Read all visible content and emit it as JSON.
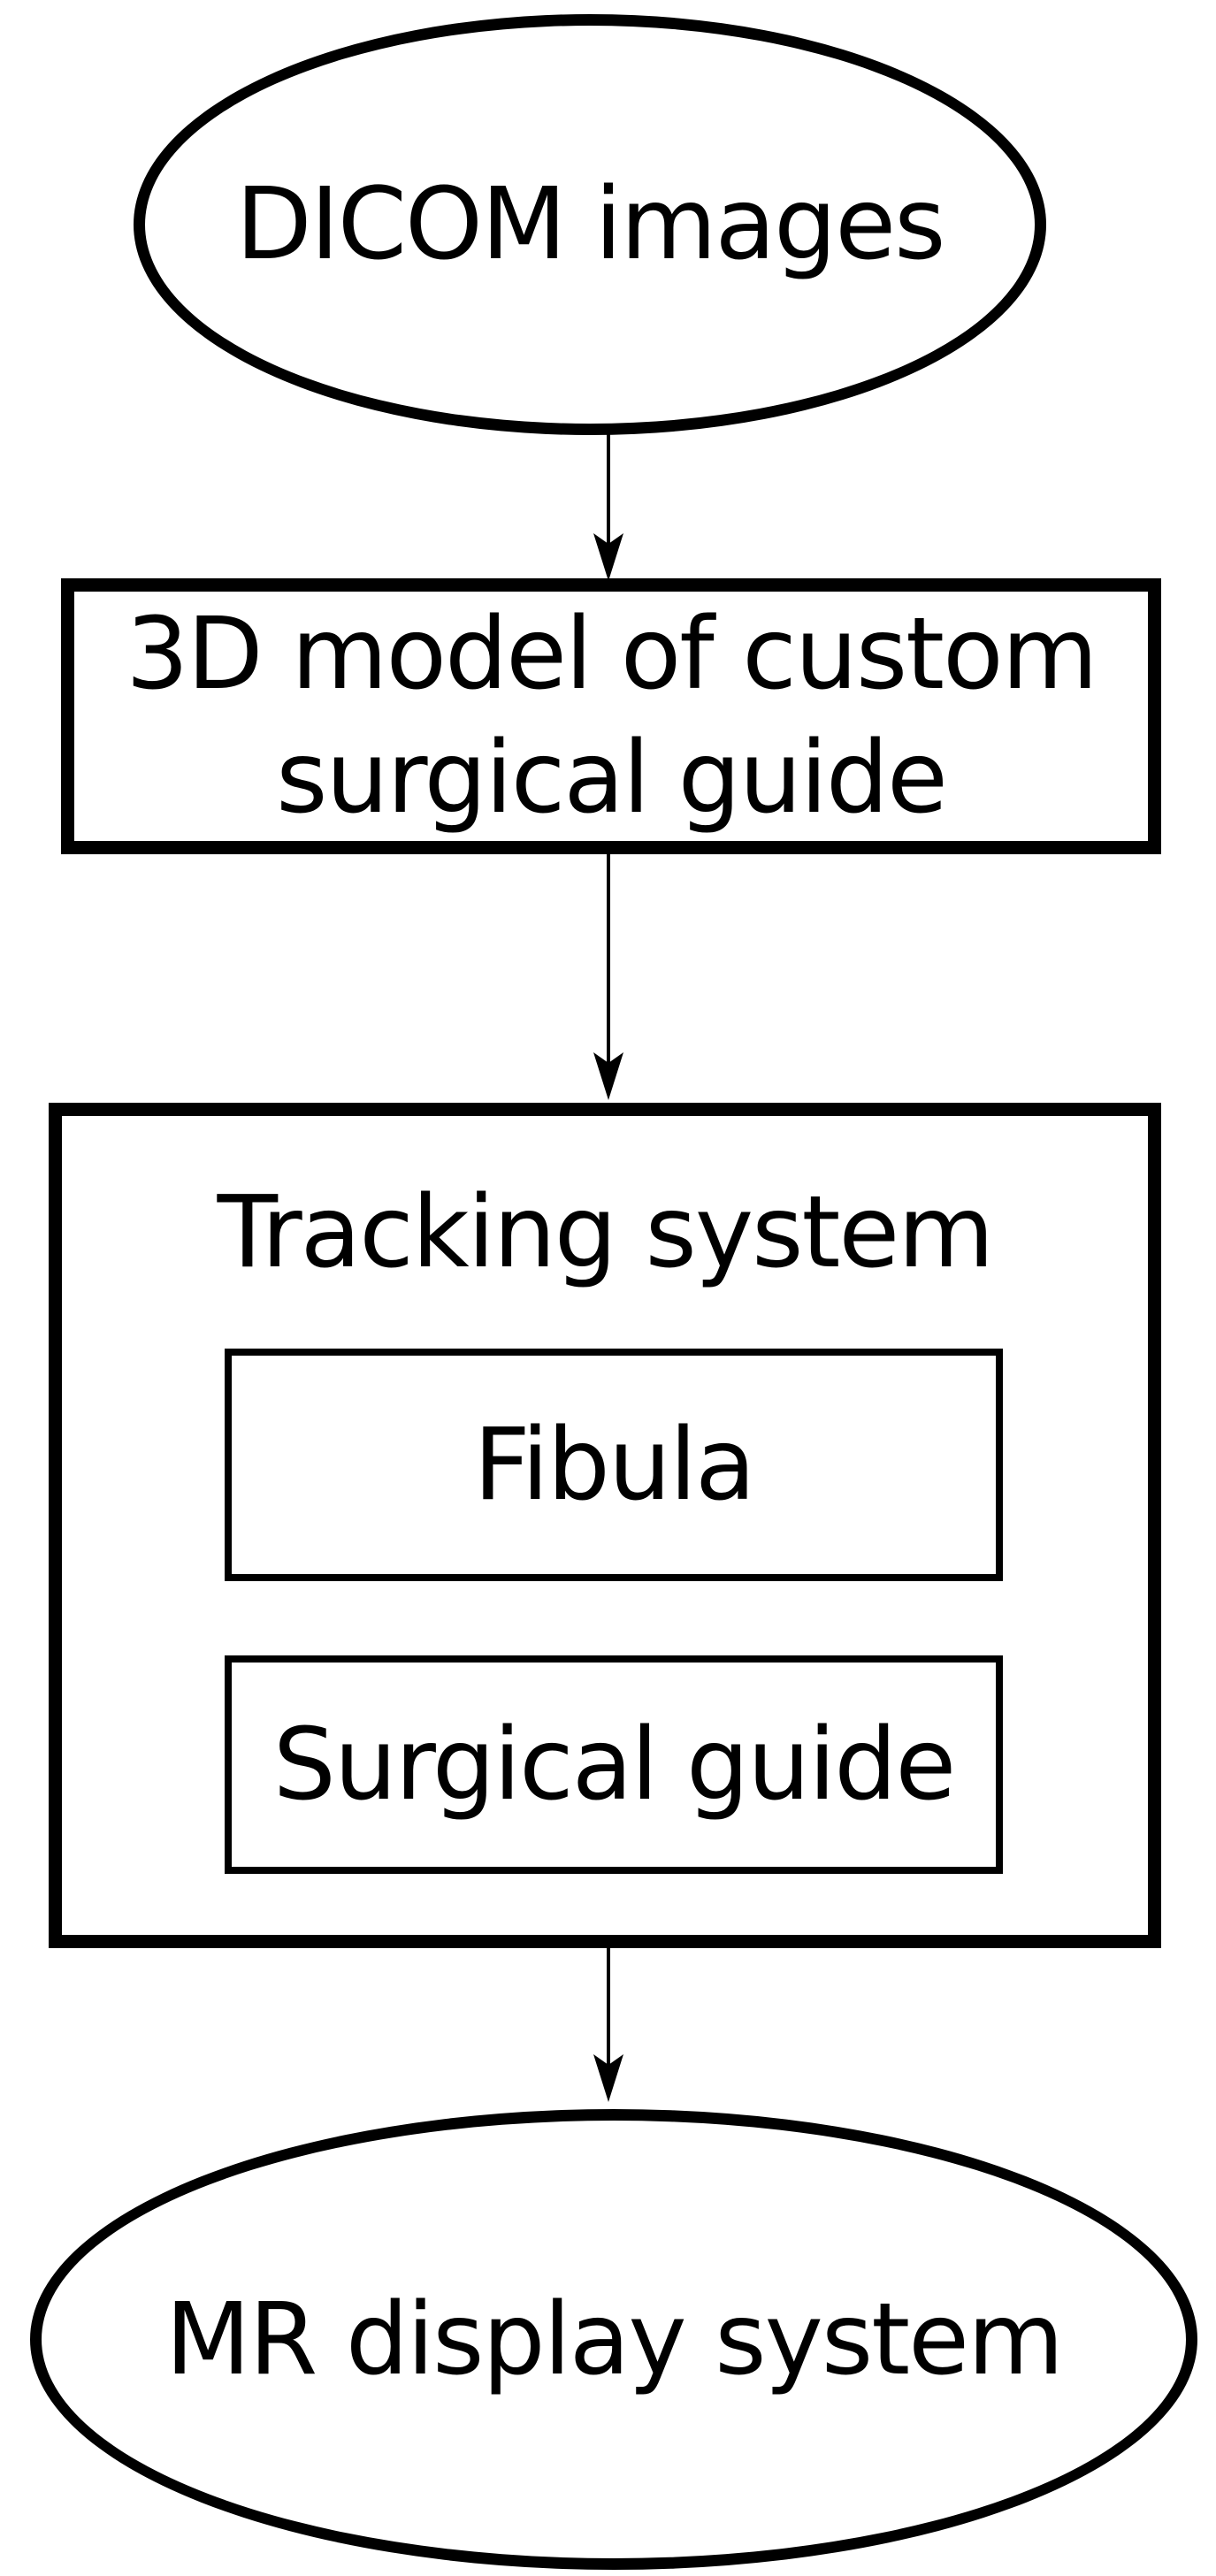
{
  "diagram": {
    "title": "Surgical navigation workflow flowchart",
    "background_color": "#ffffff",
    "stroke_color": "#000000",
    "nodes": {
      "dicom_images": {
        "label": "DICOM images",
        "shape": "ellipse"
      },
      "model_box": {
        "label": "3D model of custom surgical guide",
        "shape": "rect"
      },
      "tracking_system": {
        "label": "Tracking system",
        "shape": "rect-container"
      },
      "fibula": {
        "label": "Fibula",
        "shape": "rect",
        "parent": "tracking_system"
      },
      "surgical_guide": {
        "label": "Surgical guide",
        "shape": "rect",
        "parent": "tracking_system"
      },
      "mr_display": {
        "label": "MR display system",
        "shape": "ellipse"
      }
    },
    "edges": [
      {
        "from": "dicom_images",
        "to": "model_box",
        "style": "arrow-down"
      },
      {
        "from": "model_box",
        "to": "tracking_system",
        "style": "arrow-down"
      },
      {
        "from": "tracking_system",
        "to": "mr_display",
        "style": "arrow-down"
      }
    ]
  }
}
